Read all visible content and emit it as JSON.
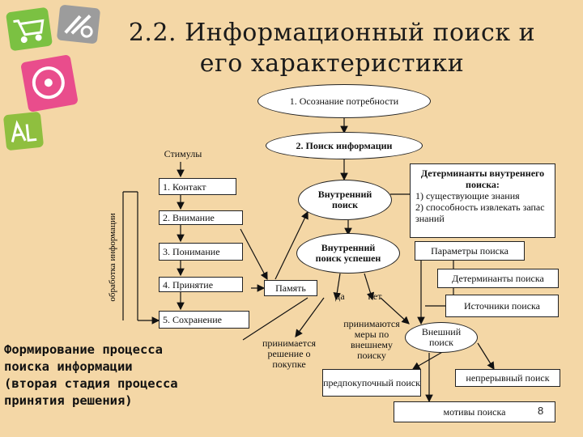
{
  "title": {
    "line1": "2.2. Информационный поиск и",
    "line2": "его характеристики"
  },
  "diagram": {
    "awareness": "1. Осознание потребности",
    "search": "2. Поиск информации",
    "stimuli": "Стимулы",
    "processing_label": "обработка информации",
    "steps": [
      "1. Контакт",
      "2. Внимание",
      "3. Понимание",
      "4. Принятие",
      "5. Сохранение"
    ],
    "memory": "Память",
    "internal_search": "Внутренний поиск",
    "internal_success": "Внутренний поиск успешен",
    "determinants_title": "Детерминанты внутреннего поиска:",
    "determinants_items": [
      "1) существующие знания",
      "2) способность извлекать запас знаний"
    ],
    "yes": "да",
    "no": "нет",
    "search_params": "Параметры поиска",
    "search_determinants": "Детерминанты поиска",
    "search_sources": "Источники поиска",
    "external_search": "Внешний поиск",
    "external_measures": "принимаются меры по внешнему поиску",
    "purchase_decision": "принимается решение о покупке",
    "prepurchase": "предпокупочный поиск",
    "continuous": "непрерывный поиск",
    "motives": "мотивы поиска"
  },
  "stage_text": "Формирование процесса\nпоиска информации\n(вторая стадия процесса\nпринятия решения)",
  "page_number": "8",
  "colors": {
    "background": "#f4d7a6",
    "deco1": "#7bc142",
    "deco2": "#e94d8c",
    "deco3": "#8fbf3f"
  }
}
